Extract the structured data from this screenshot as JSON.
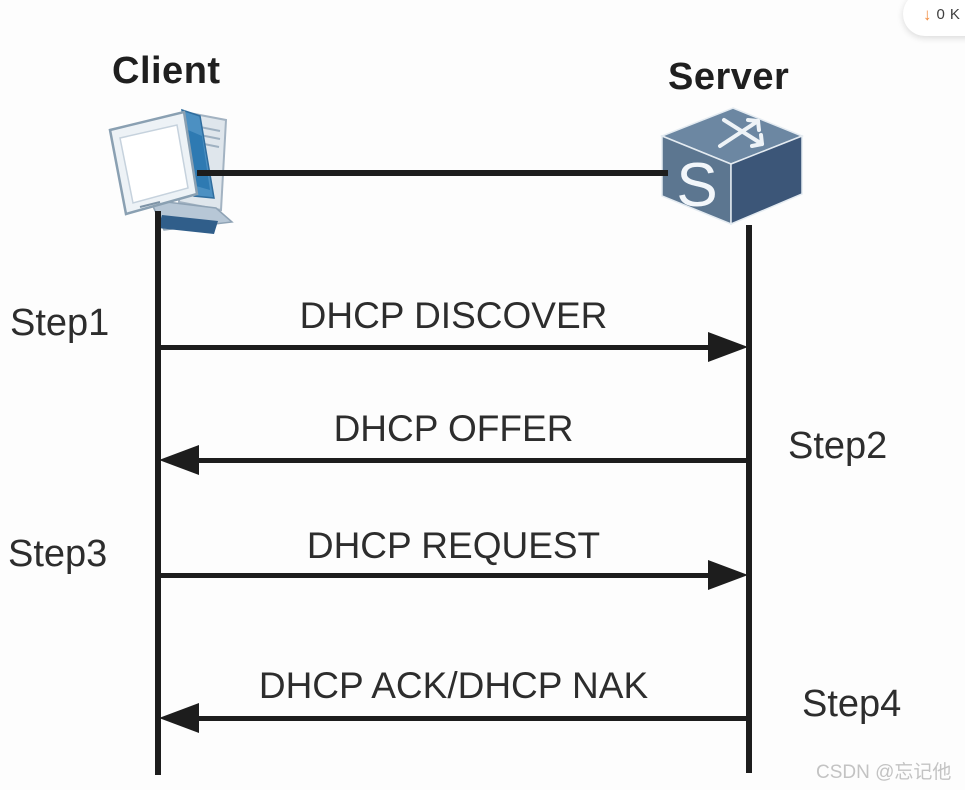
{
  "overlay": {
    "download_arrow": "↓",
    "download_value": "0",
    "download_unit": "K"
  },
  "diagram": {
    "client": {
      "label": "Client"
    },
    "server": {
      "label": "Server",
      "icon_letter": "S"
    },
    "messages": [
      {
        "step_label": "Step1",
        "message": "DHCP DISCOVER",
        "from": "Client",
        "to": "Server",
        "direction": "right",
        "step_side": "left"
      },
      {
        "step_label": "Step2",
        "message": "DHCP OFFER",
        "from": "Server",
        "to": "Client",
        "direction": "left",
        "step_side": "right"
      },
      {
        "step_label": "Step3",
        "message": "DHCP REQUEST",
        "from": "Client",
        "to": "Server",
        "direction": "right",
        "step_side": "left"
      },
      {
        "step_label": "Step4",
        "message": "DHCP ACK/DHCP NAK",
        "from": "Server",
        "to": "Client",
        "direction": "left",
        "step_side": "right"
      }
    ]
  },
  "watermark": {
    "text": "CSDN @忘记他"
  },
  "colors": {
    "line": "#1d1d1d",
    "text": "#2d2d2d",
    "accent_orange": "#f18b3e",
    "server_top": "#6c87a2",
    "server_front": "#5c7690",
    "server_side": "#3c5678",
    "monitor_blue": "#4c90c2",
    "watermark_gray": "#c3c3c3"
  }
}
